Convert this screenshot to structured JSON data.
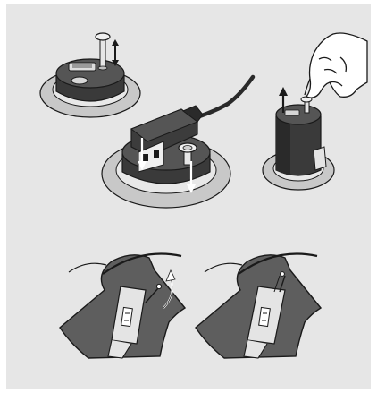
{
  "colors": {
    "panel": "#e6e6e6",
    "flange": "#c8c8c8",
    "rim": "#ececec",
    "body": "#4a4a4a",
    "body_dark": "#2e2e2e",
    "body_light": "#6a6a6a",
    "line": "#1a1a1a",
    "white": "#ffffff",
    "mount": "#5e5e5e"
  },
  "steps": [
    {
      "id": "step-1",
      "icon": "raise-pin"
    },
    {
      "id": "step-2",
      "icon": "insert-cable-press-pin"
    },
    {
      "id": "step-3",
      "icon": "lift-out-by-pin"
    },
    {
      "id": "step-4",
      "icon": "rotate-holder"
    },
    {
      "id": "step-5",
      "icon": "holder-locked"
    }
  ]
}
